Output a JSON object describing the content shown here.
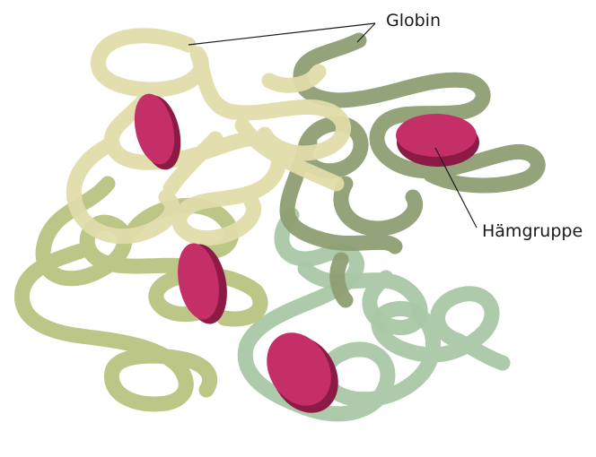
{
  "labels": {
    "globin": "Globin",
    "haem_group": "Hämgruppe"
  },
  "colors": {
    "chain_light_yellow": "#e0dcaa",
    "chain_olive": "#8e9e72",
    "chain_yellow_green": "#b7c381",
    "chain_sage": "#a9c7a5",
    "haem_top": "#c42f68",
    "haem_side": "#8b1a45",
    "leader_line": "#1a1a1a"
  },
  "components": {
    "globin_chains": 4,
    "haem_groups": 4
  }
}
